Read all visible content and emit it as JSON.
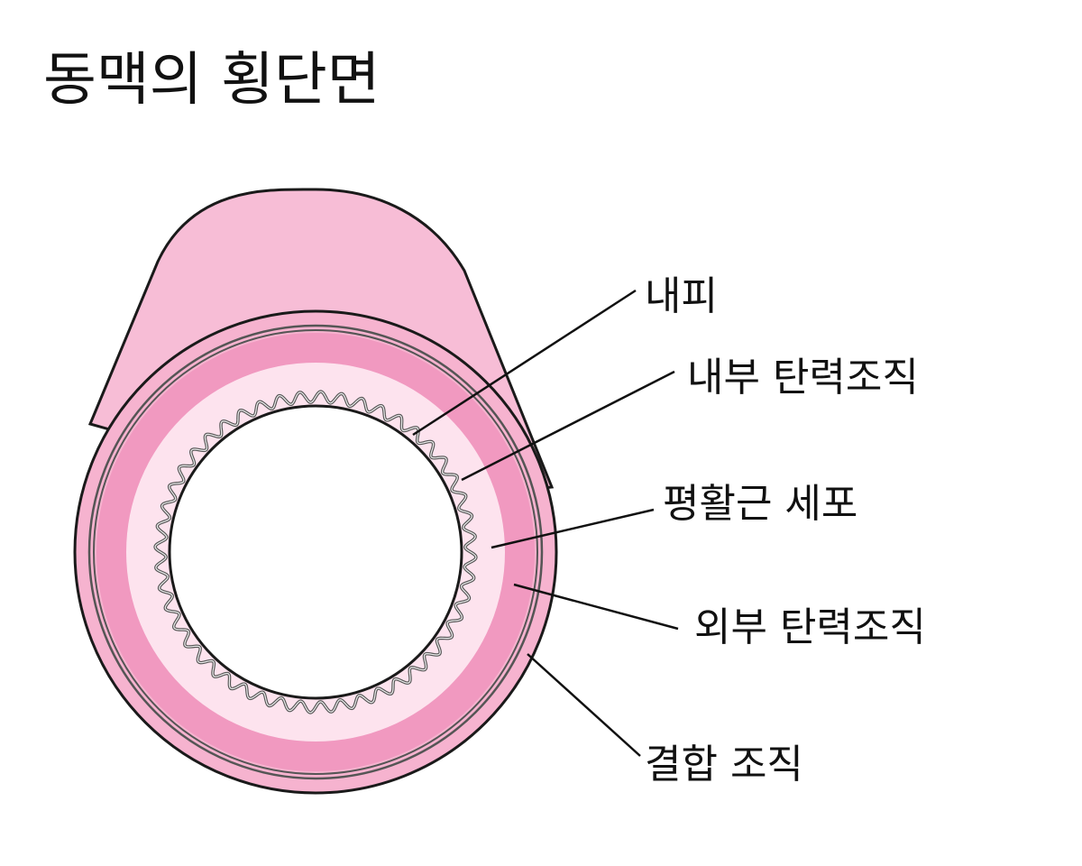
{
  "diagram": {
    "title": "동맥의 횡단면",
    "labels": [
      {
        "id": "endothelium",
        "text": "내피"
      },
      {
        "id": "internal-elastic",
        "text": "내부 탄력조직"
      },
      {
        "id": "smooth-muscle",
        "text": "평활근 세포"
      },
      {
        "id": "external-elastic",
        "text": "외부 탄력조직"
      },
      {
        "id": "connective-tissue",
        "text": "결합 조직"
      }
    ]
  },
  "colors": {
    "tube_outer": "#f7bdd6",
    "connective": "#f6b3cf",
    "media_dark": "#f199c0",
    "inner_light": "#fde3ee",
    "lumen": "#ffffff",
    "wave_stroke": "#555555",
    "line": "#111111"
  }
}
